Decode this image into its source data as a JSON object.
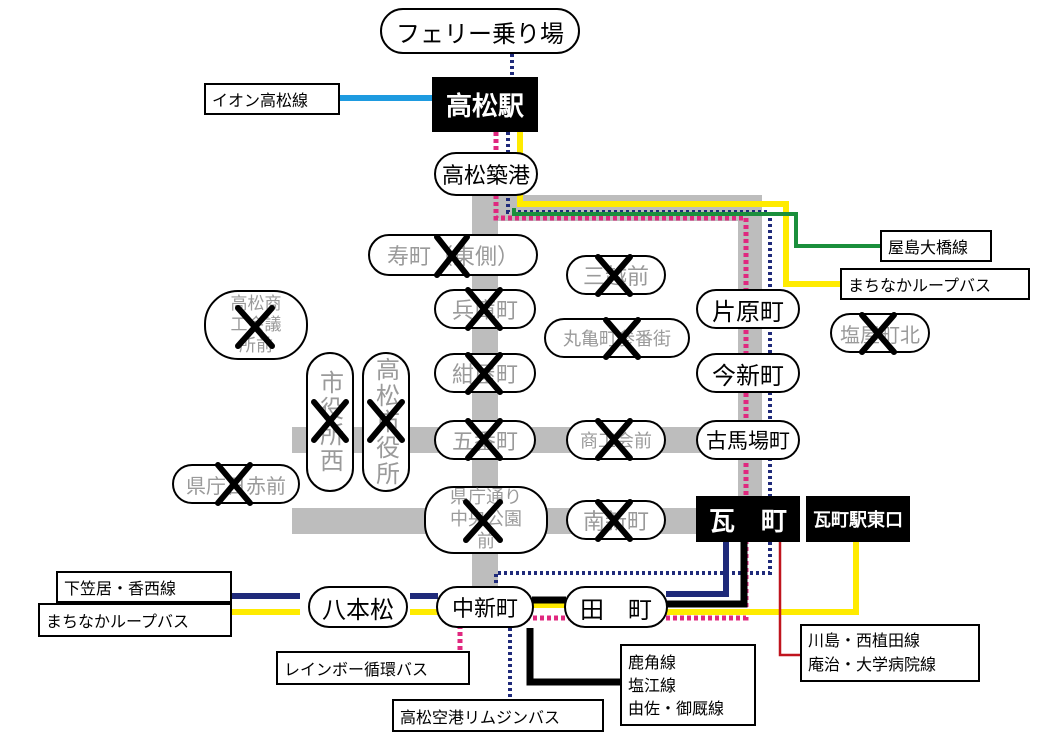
{
  "stations": {
    "ferry": "フェリー乗り場",
    "takamatsu_sta": "高松駅",
    "chikko": "高松築港",
    "kotobuki": "寿町（東側）",
    "hyogo": "兵庫町",
    "konya": "紺屋町",
    "gofuku": "五番町",
    "mitsukoshi": "三越前",
    "marugame": "丸亀町参番街",
    "shoko": "商工会前",
    "minami_shinmachi": "南新町",
    "kenchou_dori": "県庁通り中央公園前",
    "shoko_kaigisho": "高松商工会議所前",
    "shiyakusho_nishi": "市役所西",
    "takamatsu_shiyakusho": "高松市役所",
    "kencho_nisseki": "県庁日赤前",
    "katahara": "片原町",
    "imashin": "今新町",
    "kobaba": "古馬場町",
    "shiohama": "塩屋町北",
    "kawaramachi": "瓦　町",
    "kawaramachi_east": "瓦町駅東口",
    "hachihonmatsu": "八本松",
    "nakashinmachi": "中新町",
    "tamachi": "田　町"
  },
  "lines": {
    "aeon": "イオン高松線",
    "yashima": "屋島大橋線",
    "loop_east": "まちなかループバス",
    "shimokasai": "下笠居・香西線",
    "loop_west": "まちなかループバス",
    "rainbow": "レインボー循環バス",
    "airport": "高松空港リムジンバス",
    "kanozu": [
      "鹿角線",
      "塩江線",
      "由佐・御厩線"
    ],
    "kawashima": [
      "川島・西植田線",
      "庵治・大学病院線"
    ]
  },
  "colors": {
    "road": "#bdbdbd",
    "aeon": "#1e9be0",
    "loop": "#ffeb00",
    "yashima": "#1a8f3c",
    "navy": "#1f2a7a",
    "pink": "#e0287f",
    "black": "#000000",
    "kawashima": "#c0141e"
  }
}
